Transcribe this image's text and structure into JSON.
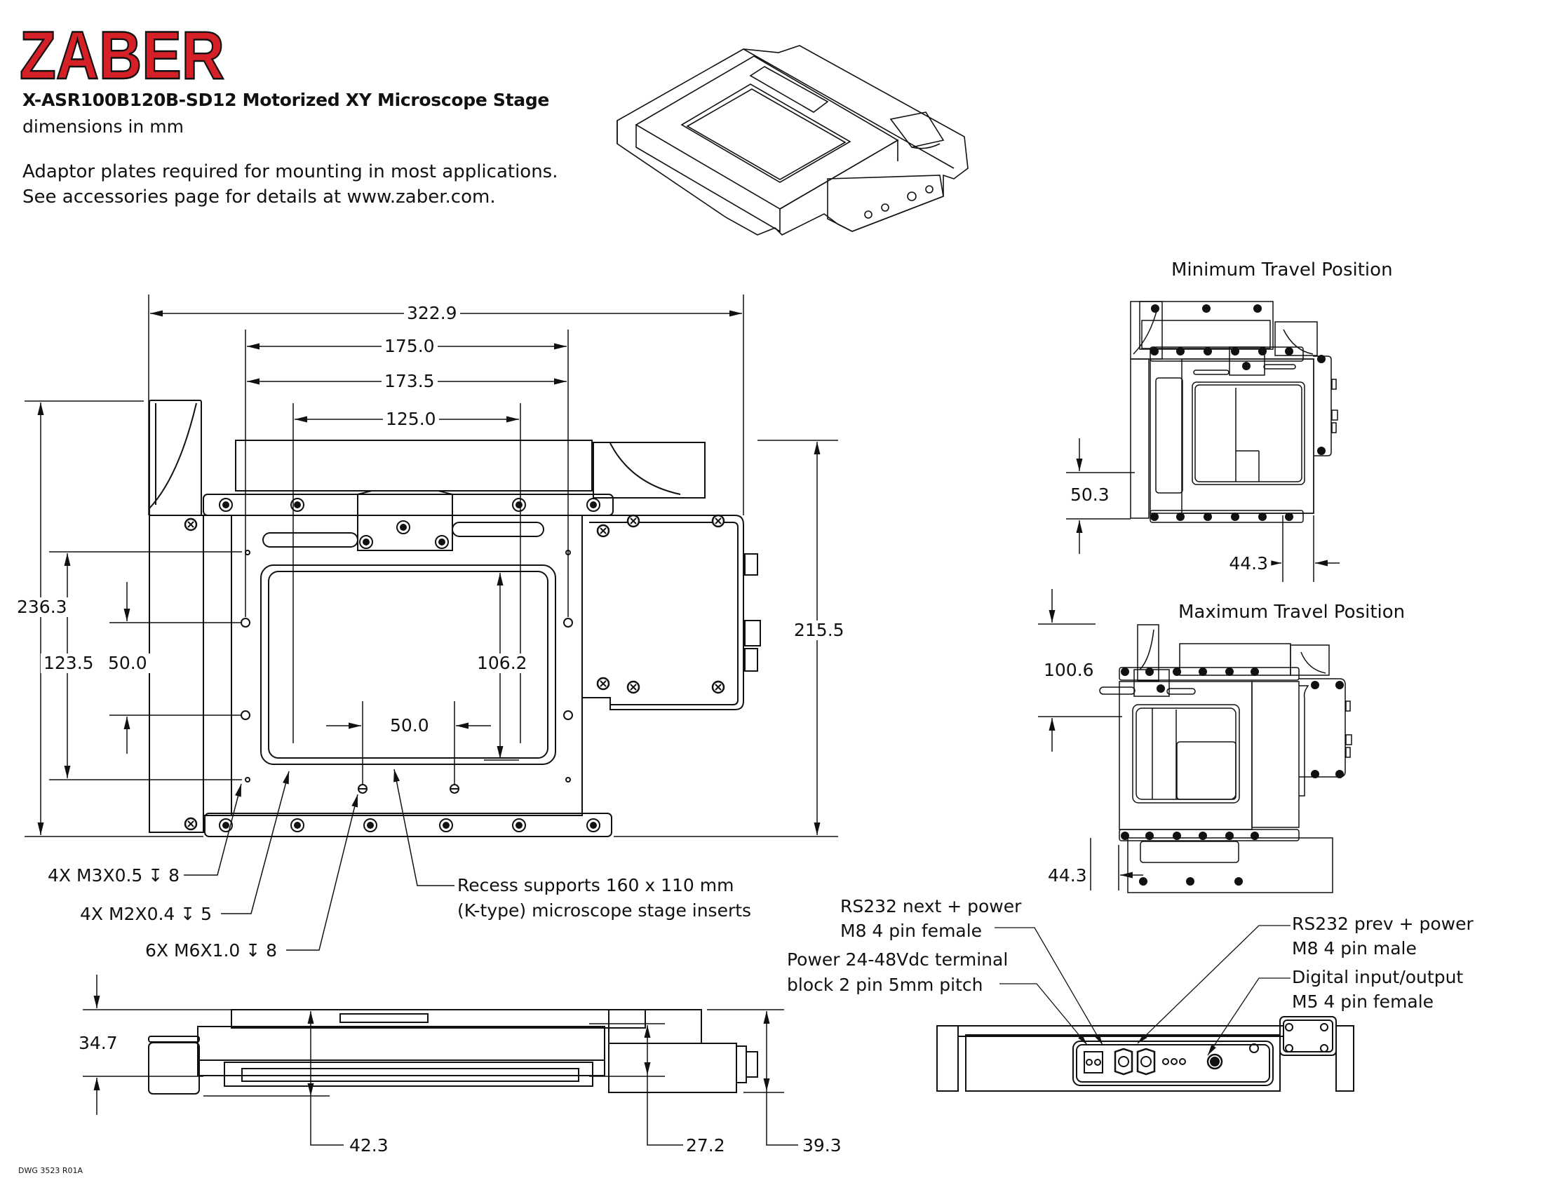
{
  "brand": {
    "logo_text": "ZABER",
    "logo_color": "#d42026"
  },
  "header": {
    "title": "X-ASR100B120B-SD12 Motorized XY Microscope Stage",
    "units": "dimensions in mm",
    "note_line1": "Adaptor plates required for mounting in most applications.",
    "note_line2": "See accessories page for details at www.zaber.com."
  },
  "top_view": {
    "dims": {
      "overall_width": "322.9",
      "hole_span_outer": "175.0",
      "hole_span_inner": "173.5",
      "hole_span_center": "125.0",
      "overall_depth": "236.3",
      "depth_to_holes": "123.5",
      "hole_pitch_vertical": "50.0",
      "recess_depth": "106.2",
      "hole_pitch_horizontal": "50.0",
      "stage_depth": "215.5"
    },
    "callouts": {
      "m3": "4X M3X0.5 ↧ 8",
      "m2": "4X M2X0.4 ↧ 5",
      "m6": "6X M6X1.0 ↧ 8",
      "recess_line1": "Recess supports 160 x 110 mm",
      "recess_line2": "(K-type) microscope stage inserts"
    }
  },
  "side_view": {
    "dims": {
      "height_body": "34.7",
      "height_total": "42.3",
      "height_controller": "27.2",
      "height_motor": "39.3"
    }
  },
  "min_travel": {
    "title": "Minimum Travel Position",
    "dim_vertical": "50.3",
    "dim_horizontal": "44.3"
  },
  "max_travel": {
    "title": "Maximum Travel Position",
    "dim_vertical": "100.6",
    "dim_horizontal": "44.3"
  },
  "connectors": {
    "rs232_next_line1": "RS232 next + power",
    "rs232_next_line2": "M8 4 pin female",
    "power_line1": "Power 24-48Vdc terminal",
    "power_line2": "block 2 pin 5mm pitch",
    "rs232_prev_line1": "RS232 prev + power",
    "rs232_prev_line2": "M8 4 pin male",
    "dio_line1": "Digital input/output",
    "dio_line2": "M5 4 pin female"
  },
  "footer": {
    "drawing_number": "DWG 3523 R01A"
  }
}
